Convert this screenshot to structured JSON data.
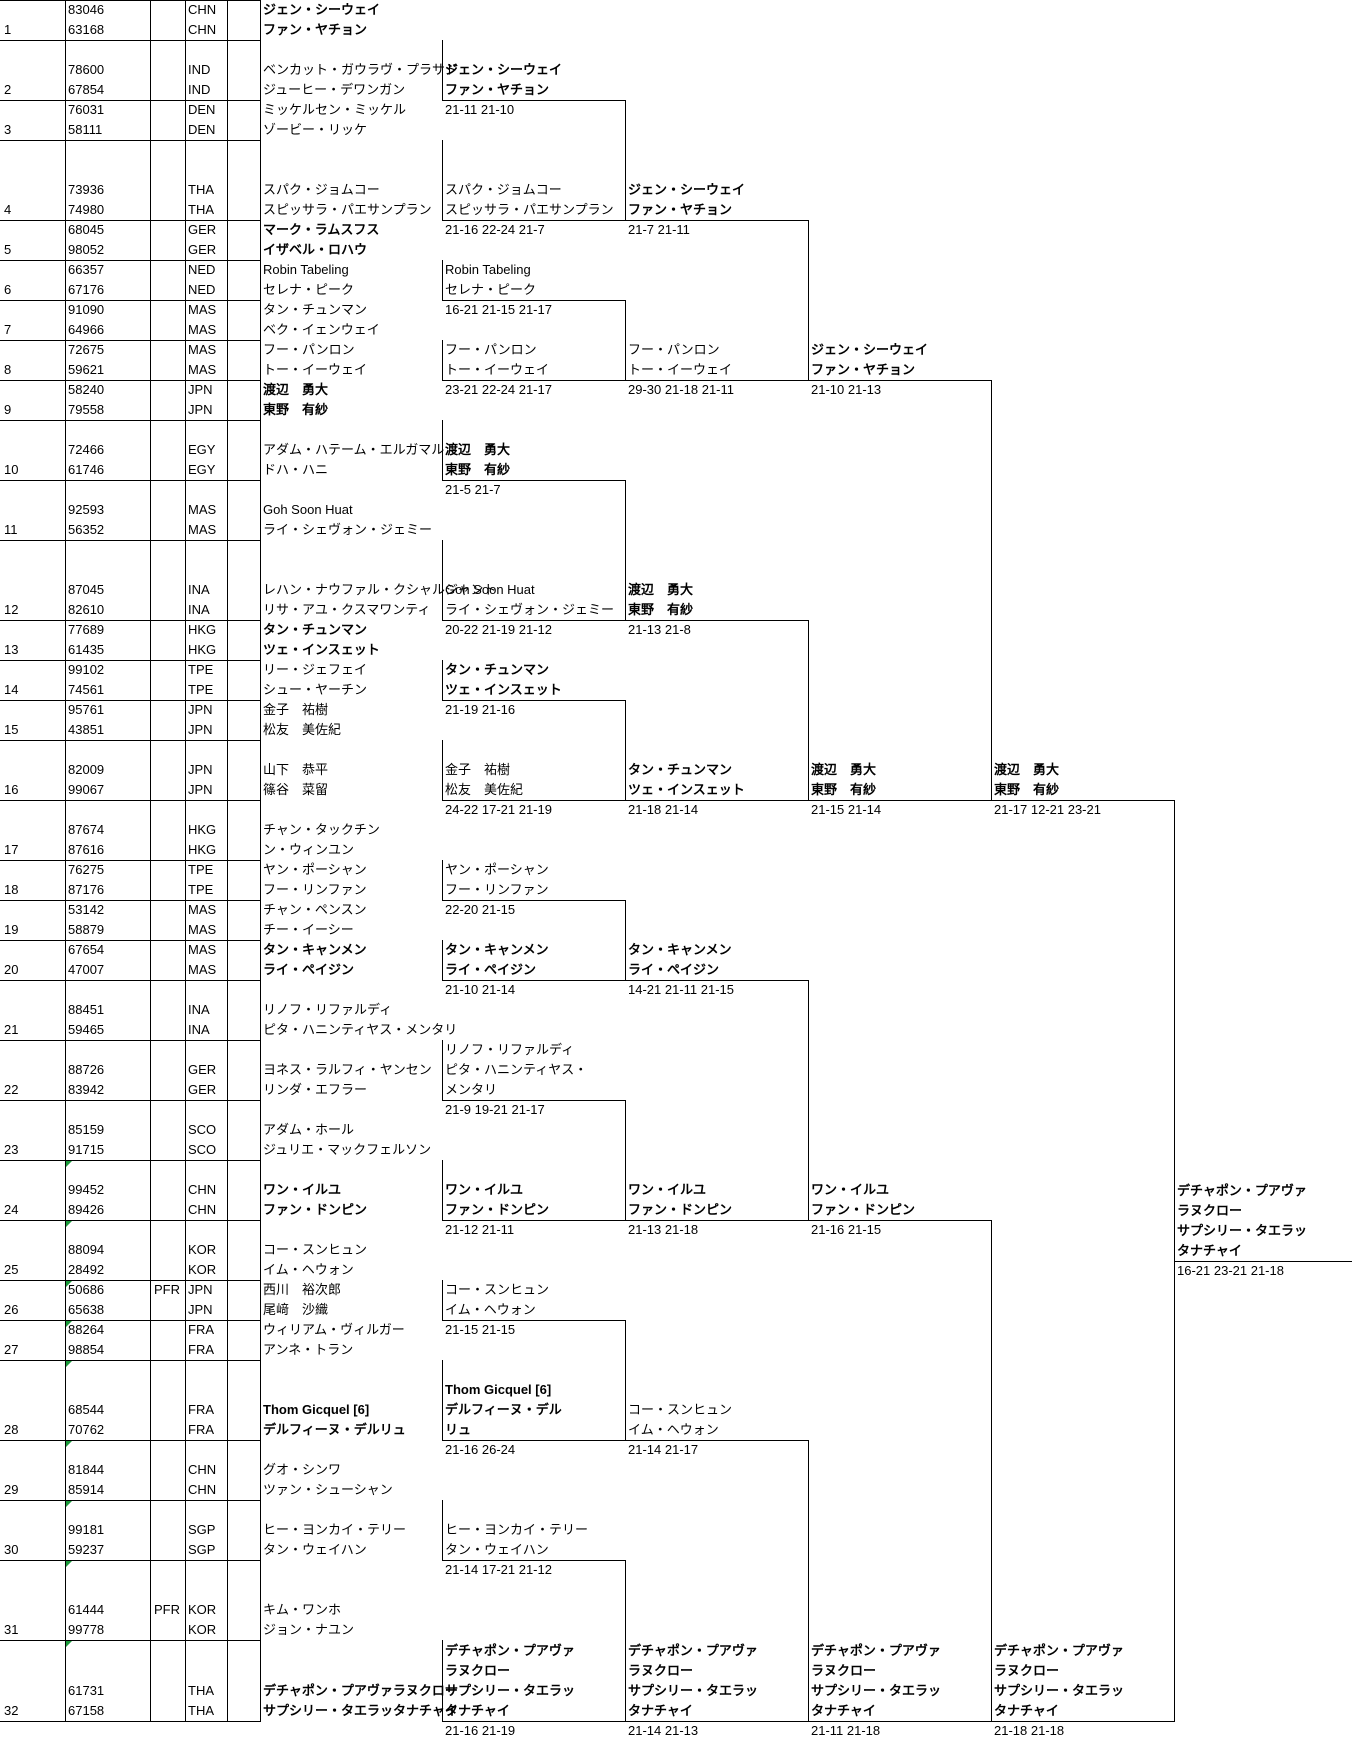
{
  "entries": [
    {
      "num": "1",
      "id1": "83046",
      "id2": "63168",
      "tag": "",
      "cty": "CHN",
      "n1": "ジェン・シーウェイ",
      "n2": "ファン・ヤチョン",
      "w": true
    },
    {
      "num": "2",
      "id1": "78600",
      "id2": "67854",
      "tag": "",
      "cty": "IND",
      "n1": "ベンカット・ガウラヴ・プラサド",
      "n2": "ジューヒー・デワンガン",
      "w": false
    },
    {
      "num": "3",
      "id1": "76031",
      "id2": "58111",
      "tag": "",
      "cty": "DEN",
      "n1": "ミッケルセン・ミッケル",
      "n2": "ゾービー・リッケ",
      "w": false
    },
    {
      "num": "4",
      "id1": "73936",
      "id2": "74980",
      "tag": "",
      "cty": "THA",
      "n1": "スパク・ジョムコー",
      "n2": "スピッサラ・パエサンプラン",
      "w": false
    },
    {
      "num": "5",
      "id1": "68045",
      "id2": "98052",
      "tag": "",
      "cty": "GER",
      "n1": "マーク・ラムスフス",
      "n2": "イザベル・ロハウ",
      "w": true
    },
    {
      "num": "6",
      "id1": "66357",
      "id2": "67176",
      "tag": "",
      "cty": "NED",
      "n1": "Robin Tabeling",
      "n2": "セレナ・ピーク",
      "w": false
    },
    {
      "num": "7",
      "id1": "91090",
      "id2": "64966",
      "tag": "",
      "cty": "MAS",
      "n1": "タン・チュンマン",
      "n2": "ベク・イェンウェイ",
      "w": false
    },
    {
      "num": "8",
      "id1": "72675",
      "id2": "59621",
      "tag": "",
      "cty": "MAS",
      "n1": "フー・パンロン",
      "n2": "トー・イーウェイ",
      "w": false
    },
    {
      "num": "9",
      "id1": "58240",
      "id2": "79558",
      "tag": "",
      "cty": "JPN",
      "n1": "渡辺　勇大",
      "n2": "東野　有紗",
      "w": true
    },
    {
      "num": "10",
      "id1": "72466",
      "id2": "61746",
      "tag": "",
      "cty": "EGY",
      "n1": "アダム・ハテーム・エルガマル",
      "n2": "ドハ・ハニ",
      "w": false
    },
    {
      "num": "11",
      "id1": "92593",
      "id2": "56352",
      "tag": "",
      "cty": "MAS",
      "n1": "Goh Soon Huat",
      "n2": "ライ・シェヴォン・ジェミー",
      "w": false
    },
    {
      "num": "12",
      "id1": "87045",
      "id2": "82610",
      "tag": "",
      "cty": "INA",
      "n1": "レハン・ナウファル・クシャルジャント",
      "n2": "リサ・アユ・クスマワンティ",
      "w": false
    },
    {
      "num": "13",
      "id1": "77689",
      "id2": "61435",
      "tag": "",
      "cty": "HKG",
      "n1": "タン・チュンマン",
      "n2": "ツェ・インスェット",
      "w": true
    },
    {
      "num": "14",
      "id1": "99102",
      "id2": "74561",
      "tag": "",
      "cty": "TPE",
      "n1": "リー・ジェフェイ",
      "n2": "シュー・ヤーチン",
      "w": false
    },
    {
      "num": "15",
      "id1": "95761",
      "id2": "43851",
      "tag": "",
      "cty": "JPN",
      "n1": "金子　祐樹",
      "n2": "松友　美佐紀",
      "w": false
    },
    {
      "num": "16",
      "id1": "82009",
      "id2": "99067",
      "tag": "",
      "cty": "JPN",
      "n1": "山下　恭平",
      "n2": "篠谷　菜留",
      "w": false
    },
    {
      "num": "17",
      "id1": "87674",
      "id2": "87616",
      "tag": "",
      "cty": "HKG",
      "n1": "チャン・タックチン",
      "n2": "ン・ウィンユン",
      "w": false
    },
    {
      "num": "18",
      "id1": "76275",
      "id2": "87176",
      "tag": "",
      "cty": "TPE",
      "n1": "ヤン・ポーシャン",
      "n2": "フー・リンファン",
      "w": false
    },
    {
      "num": "19",
      "id1": "53142",
      "id2": "58879",
      "tag": "",
      "cty": "MAS",
      "n1": "チャン・ペンスン",
      "n2": "チー・イーシー",
      "w": false
    },
    {
      "num": "20",
      "id1": "67654",
      "id2": "47007",
      "tag": "",
      "cty": "MAS",
      "n1": "タン・キャンメン",
      "n2": "ライ・ペイジン",
      "w": true
    },
    {
      "num": "21",
      "id1": "88451",
      "id2": "59465",
      "tag": "",
      "cty": "INA",
      "n1": "リノフ・リファルディ",
      "n2": "ピタ・ハニンティヤス・メンタリ",
      "w": false
    },
    {
      "num": "22",
      "id1": "88726",
      "id2": "83942",
      "tag": "",
      "cty": "GER",
      "n1": "ヨネス・ラルフィ・ヤンセン",
      "n2": "リンダ・エフラー",
      "w": false
    },
    {
      "num": "23",
      "id1": "85159",
      "id2": "91715",
      "tag": "",
      "cty": "SCO",
      "n1": "アダム・ホール",
      "n2": "ジュリエ・マックフェルソン",
      "w": false
    },
    {
      "num": "24",
      "id1": "99452",
      "id2": "89426",
      "tag": "",
      "cty": "CHN",
      "n1": "ワン・イルユ",
      "n2": "ファン・ドンピン",
      "w": true
    },
    {
      "num": "25",
      "id1": "88094",
      "id2": "28492",
      "tag": "",
      "cty": "KOR",
      "n1": "コー・スンヒュン",
      "n2": "イム・ヘウォン",
      "w": false
    },
    {
      "num": "26",
      "id1": "50686",
      "id2": "65638",
      "tag": "PFR",
      "cty": "JPN",
      "n1": "西川　裕次郎",
      "n2": "尾﨑　沙織",
      "w": false
    },
    {
      "num": "27",
      "id1": "88264",
      "id2": "98854",
      "tag": "",
      "cty": "FRA",
      "n1": "ウィリアム・ヴィルガー",
      "n2": "アンネ・トラン",
      "w": false
    },
    {
      "num": "28",
      "id1": "68544",
      "id2": "70762",
      "tag": "",
      "cty": "FRA",
      "n1": "Thom Gicquel [6]",
      "n2": "デルフィーヌ・デルリュ",
      "w": true
    },
    {
      "num": "29",
      "id1": "81844",
      "id2": "85914",
      "tag": "",
      "cty": "CHN",
      "n1": "グオ・シンワ",
      "n2": "ツァン・シューシャン",
      "w": false
    },
    {
      "num": "30",
      "id1": "99181",
      "id2": "59237",
      "tag": "",
      "cty": "SGP",
      "n1": "ヒー・ヨンカイ・テリー",
      "n2": "タン・ウェイハン",
      "w": false
    },
    {
      "num": "31",
      "id1": "61444",
      "id2": "99778",
      "tag": "PFR",
      "cty": "KOR",
      "n1": "キム・ワンホ",
      "n2": "ジョン・ナユン",
      "w": false
    },
    {
      "num": "32",
      "id1": "61731",
      "id2": "67158",
      "tag": "",
      "cty": "THA",
      "n1": "デチャポン・プアヴァラヌクロー",
      "n2": "サプシリー・タエラッタナチャイ",
      "w": true
    }
  ],
  "r2": [
    {
      "l": [
        "ジェン・シーウェイ",
        "ファン・ヤチョン"
      ],
      "s": "21-11 21-10",
      "w": true
    },
    {
      "l": [
        "スパク・ジョムコー",
        "スピッサラ・パエサンプラン"
      ],
      "s": "21-16 22-24 21-7",
      "w": false
    },
    {
      "l": [
        "Robin Tabeling",
        "セレナ・ピーク"
      ],
      "s": "16-21 21-15 21-17",
      "w": false
    },
    {
      "l": [
        "フー・パンロン",
        "トー・イーウェイ"
      ],
      "s": "23-21 22-24 21-17",
      "w": false
    },
    {
      "l": [
        "渡辺　勇大",
        "東野　有紗"
      ],
      "s": "21-5 21-7",
      "w": true
    },
    {
      "l": [
        "Goh Soon Huat",
        "ライ・シェヴォン・ジェミー"
      ],
      "s": "20-22 21-19 21-12",
      "w": false
    },
    {
      "l": [
        "タン・チュンマン",
        "ツェ・インスェット"
      ],
      "s": "21-19 21-16",
      "w": true
    },
    {
      "l": [
        "金子　祐樹",
        "松友　美佐紀"
      ],
      "s": "24-22 17-21 21-19",
      "w": false
    },
    {
      "l": [
        "ヤン・ポーシャン",
        "フー・リンファン"
      ],
      "s": "22-20 21-15",
      "w": false
    },
    {
      "l": [
        "タン・キャンメン",
        "ライ・ペイジン"
      ],
      "s": "21-10 21-14",
      "w": true
    },
    {
      "l": [
        "リノフ・リファルディ",
        "ピタ・ハニンティヤス・",
        "メンタリ"
      ],
      "s": "21-9 19-21 21-17",
      "w": false
    },
    {
      "l": [
        "ワン・イルユ",
        "ファン・ドンピン"
      ],
      "s": "21-12 21-11",
      "w": true
    },
    {
      "l": [
        "コー・スンヒュン",
        "イム・ヘウォン"
      ],
      "s": "21-15 21-15",
      "w": false
    },
    {
      "l": [
        "Thom Gicquel [6]",
        "デルフィーヌ・デル",
        "リュ"
      ],
      "s": "21-16 26-24",
      "w": true
    },
    {
      "l": [
        "ヒー・ヨンカイ・テリー",
        "タン・ウェイハン"
      ],
      "s": "21-14 17-21 21-12",
      "w": false
    },
    {
      "l": [
        "デチャポン・プアヴァ",
        "ラヌクロー",
        "サプシリー・タエラッ",
        "タナチャイ"
      ],
      "s": "21-16 21-19",
      "w": true
    }
  ],
  "r3": [
    {
      "l": [
        "ジェン・シーウェイ",
        "ファン・ヤチョン"
      ],
      "s": "21-7 21-11",
      "w": true
    },
    {
      "l": [
        "フー・パンロン",
        "トー・イーウェイ"
      ],
      "s": "29-30 21-18 21-11",
      "w": false
    },
    {
      "l": [
        "渡辺　勇大",
        "東野　有紗"
      ],
      "s": "21-13 21-8",
      "w": true
    },
    {
      "l": [
        "タン・チュンマン",
        "ツェ・インスェット"
      ],
      "s": "21-18 21-14",
      "w": true
    },
    {
      "l": [
        "タン・キャンメン",
        "ライ・ペイジン"
      ],
      "s": "14-21 21-11 21-15",
      "w": true
    },
    {
      "l": [
        "ワン・イルユ",
        "ファン・ドンピン"
      ],
      "s": "21-13 21-18",
      "w": true
    },
    {
      "l": [
        "コー・スンヒュン",
        "イム・ヘウォン"
      ],
      "s": "21-14 21-17",
      "w": false
    },
    {
      "l": [
        "デチャポン・プアヴァ",
        "ラヌクロー",
        "サプシリー・タエラッ",
        "タナチャイ"
      ],
      "s": "21-14 21-13",
      "w": true
    }
  ],
  "r4": [
    {
      "l": [
        "ジェン・シーウェイ",
        "ファン・ヤチョン"
      ],
      "s": "21-10 21-13",
      "w": true
    },
    {
      "l": [
        "渡辺　勇大",
        "東野　有紗"
      ],
      "s": "21-15 21-14",
      "w": true
    },
    {
      "l": [
        "ワン・イルユ",
        "ファン・ドンピン"
      ],
      "s": "21-16 21-15",
      "w": true
    },
    {
      "l": [
        "デチャポン・プアヴァ",
        "ラヌクロー",
        "サプシリー・タエラッ",
        "タナチャイ"
      ],
      "s": "21-11 21-18",
      "w": true
    }
  ],
  "r5": [
    {
      "l": [
        "渡辺　勇大",
        "東野　有紗"
      ],
      "s": "21-17 12-21 23-21",
      "w": true
    },
    {
      "l": [
        "デチャポン・プアヴァ",
        "ラヌクロー",
        "サプシリー・タエラッ",
        "タナチャイ"
      ],
      "s": "21-18 21-18",
      "w": true
    }
  ],
  "final": {
    "l": [
      "デチャポン・プアヴァ",
      "ラヌクロー",
      "サプシリー・タエラッ",
      "タナチャイ"
    ],
    "s": "16-21 23-21 21-18",
    "w": true
  }
}
